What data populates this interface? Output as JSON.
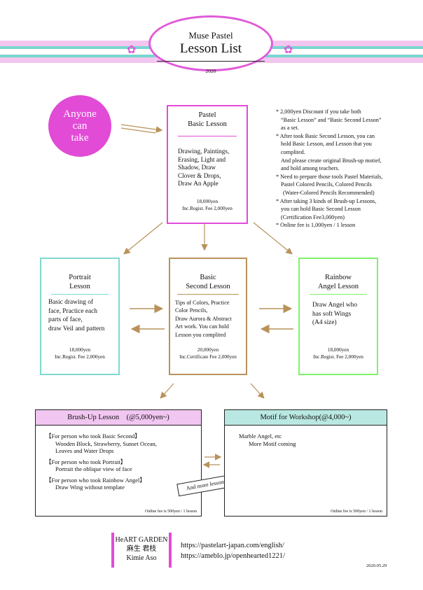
{
  "header": {
    "title_line1": "Muse Pastel",
    "title_line2": "Lesson List",
    "year": "2020"
  },
  "anyone": {
    "lines": [
      "Anyone",
      "can",
      "take"
    ]
  },
  "basic": {
    "title1": "Pastel",
    "title2": "Basic Lesson",
    "body": [
      "Drawing, Paintings,",
      "Erasing, Light and",
      "Shadow, Draw",
      "Clover & Drops,",
      "Draw An Apple"
    ],
    "fee1": "18,000yen",
    "fee2": "Inc.Regist. Fee 2,000yen"
  },
  "portrait": {
    "title1": "Portrait",
    "title2": "Lesson",
    "body": [
      "Basic drawing of",
      "face, Practice each",
      "parts of face,",
      "draw Veil and pattern"
    ],
    "fee1": "18,000yen",
    "fee2": "Inc.Regist. Fee 2,000yen"
  },
  "second": {
    "title1": "Basic",
    "title2": "Second Lesson",
    "body": [
      "Tips of Colors, Practice",
      "Color Pencils,",
      "Draw Aurora & Abstract",
      "Art work.  You can hold",
      "Lesson you complited"
    ],
    "fee1": "20,000yen",
    "fee2": "Inc.Certificate Fee 2,000yen"
  },
  "rainbow": {
    "title1": "Rainbow",
    "title2": "Angel Lesson",
    "body": [
      "Draw Angel who",
      "has soft Wings",
      "(A4 size)"
    ],
    "fee1": "18,000yen",
    "fee2": "Inc.Regist. Fee 2,000yen"
  },
  "notes": [
    "* 2,000yen Discount if you take both",
    "“Basic Lesson” and “Basic Second Lesson”",
    "as a set.",
    "* After took Basic Second Lesson, you can",
    "hold Basic Lesson, and Lesson that you",
    "complited.",
    "And please create original Brush-up motief,",
    "and hold among teachers.",
    "* Need to prepare those tools Pastel Materials,",
    "Pastel Colored Pencils, Colored Pencils",
    "(Water-Colored Pencils Recommended)",
    "* After taking 3 kinds of Brush-up Lessons,",
    "you can hold Basic Second Lesson",
    "(Certification Fee3,000yen)",
    "*  Online fee is 1,000yen / 1 lesson"
  ],
  "brushup": {
    "header": "Brush-Up Lesson　(@5,000yen~)",
    "groups": [
      {
        "head": "【For person who took Basic Second】",
        "items": [
          "Wooden Block, Strawberry, Sunset Ocean,",
          "Leaves and Water Drops"
        ]
      },
      {
        "head": "【For person who took Portrait】",
        "items": [
          "Portrait the oblique view of face"
        ]
      },
      {
        "head": "【For person who took Rainbow Angel】",
        "items": [
          "Draw Wing without template"
        ]
      }
    ],
    "online": "Online fee is 500yen / 1 lesson"
  },
  "more": "And more lessons coming",
  "motif": {
    "header": "Motif for Workshop(@4,000~)",
    "items": [
      "Marble Angel, etc",
      "More Motif coming"
    ],
    "online": "Online fee is 500yen / 1 lesson"
  },
  "footer": {
    "logo1": "HeART GARDEN",
    "logo2": "麻生 君枝",
    "logo3": "Kimie Aso",
    "url1": "https://pastelart-japan.com/english/",
    "url2": "https://ameblo.jp/openhearted1221/",
    "date": "2020.05.29"
  },
  "colors": {
    "pink": "#e24bd6",
    "teal": "#7fd8cf",
    "tan": "#b8925a",
    "green": "#7ef36a",
    "lavender": "#f1c6f1",
    "light_teal": "#b9e8e2"
  }
}
